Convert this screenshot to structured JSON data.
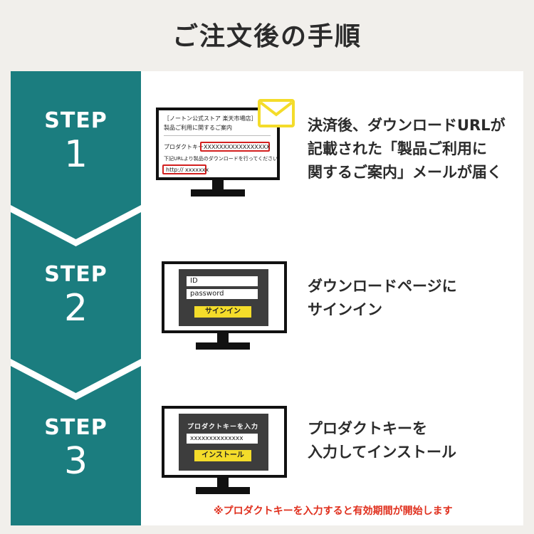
{
  "title": "ご注文後の手順",
  "colors": {
    "teal": "#1b7d7f",
    "accent_yellow": "#f4dc2a",
    "note_red": "#e0301e"
  },
  "steps": [
    {
      "word": "STEP",
      "num": "1",
      "desc": [
        "決済後、ダウンロードURLが",
        "記載された「製品ご利用に",
        "関するご案内」メールが届く"
      ],
      "screen": {
        "line1": "［ノートン公式ストア 楽天市場店］",
        "line2": "製品ご利用に関するご案内",
        "key_label": "プロダクトキー",
        "key_value": "XXXXXXXXXXXXXXXXX",
        "download_text": "下記URLより製品のダウンロードを行ってください。",
        "url": "http:// xxxxxxx",
        "icon": "envelope-icon"
      }
    },
    {
      "word": "STEP",
      "num": "2",
      "desc": [
        "ダウンロードページに",
        "サインイン"
      ],
      "screen": {
        "id_field": "ID",
        "password_field": "password",
        "button": "サインイン"
      }
    },
    {
      "word": "STEP",
      "num": "3",
      "desc": [
        "プロダクトキーを",
        "入力してインストール"
      ],
      "screen": {
        "panel_title": "プロダクトキーを入力",
        "key_field": "xxxxxxxxxxxxxx",
        "button": "インストール"
      }
    }
  ],
  "note": "※プロダクトキーを入力すると有効期間が開始します"
}
